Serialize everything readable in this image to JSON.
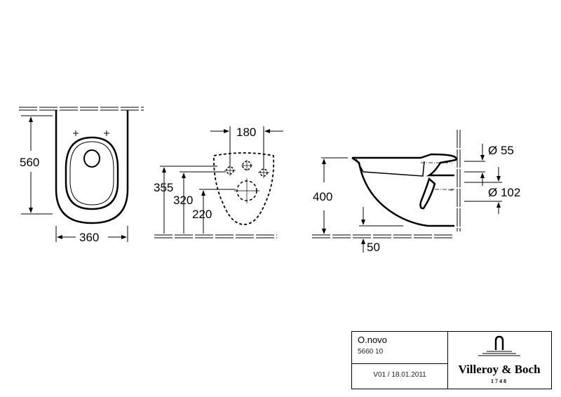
{
  "drawing": {
    "front_view": {
      "height_label": "560",
      "width_label": "360"
    },
    "rear_view": {
      "spacing_label": "180",
      "dim_a": "355",
      "dim_b": "320",
      "dim_c": "220"
    },
    "side_view": {
      "height_label": "400",
      "floor_gap_label": "50",
      "inlet_label": "Ø 55",
      "outlet_label": "Ø 102"
    }
  },
  "title_block": {
    "product": "O.novo",
    "code": "5660 10",
    "version": "V01 / 18.01.2011",
    "brand": "Villeroy & Boch",
    "year": "1748"
  }
}
